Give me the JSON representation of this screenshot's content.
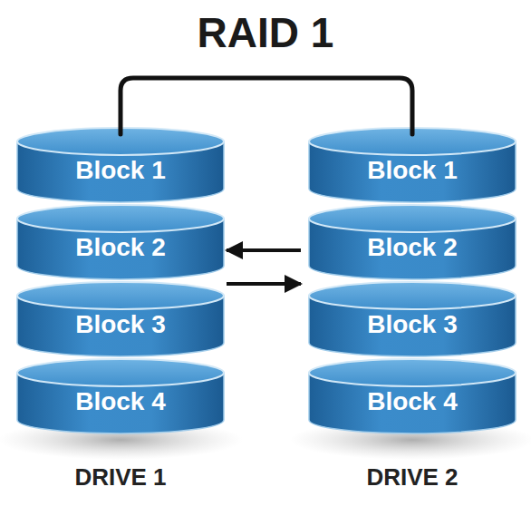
{
  "diagram": {
    "title": "RAID 1",
    "nodes": [
      {
        "text": [
          "DRIVE 1"
        ]
      },
      {
        "text": [
          "Block 1"
        ],
        "in": 0
      },
      {
        "text": [
          "Block 2"
        ],
        "in": 0
      },
      {
        "text": [
          "Block 3"
        ],
        "in": 0
      },
      {
        "text": [
          "Block 4"
        ],
        "in": 0
      },
      {
        "text": [
          "DRIVE 2"
        ]
      },
      {
        "text": [
          "Block 1"
        ],
        "in": 5
      },
      {
        "text": [
          "Block 2"
        ],
        "in": 5
      },
      {
        "text": [
          "Block 3"
        ],
        "in": 5
      },
      {
        "text": [
          "Block 4"
        ],
        "in": 5
      }
    ],
    "edges": [
      {
        "from": 0,
        "to": 5,
        "arrow": "none"
      },
      {
        "from": 5,
        "to": 0,
        "arrow": "to"
      },
      {
        "from": 0,
        "to": 5,
        "arrow": "to"
      }
    ]
  }
}
